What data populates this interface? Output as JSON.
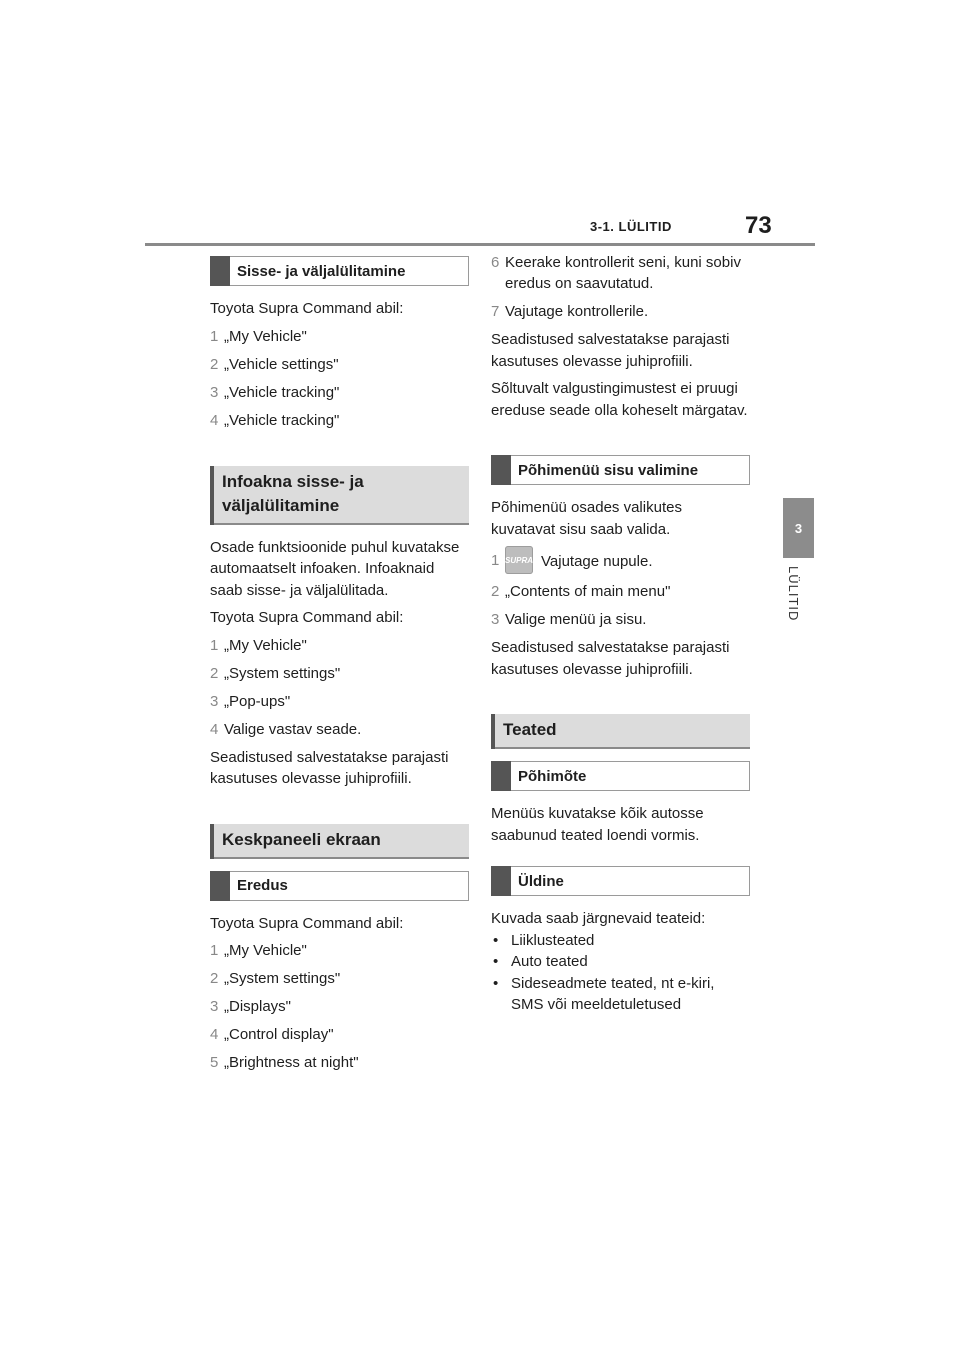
{
  "header": {
    "section": "3-1. LÜLITID",
    "page": "73"
  },
  "side": {
    "tab_number": "3",
    "tab_label": "LÜLITID"
  },
  "left": {
    "s1_title": "Sisse- ja väljalülitamine",
    "s1_intro": "Toyota Supra Command abil:",
    "s1_steps": [
      "„My Vehicle\"",
      "„Vehicle settings\"",
      "„Vehicle tracking\"",
      "„Vehicle tracking\""
    ],
    "s2_title_a": "Infoakna sisse- ja",
    "s2_title_b": "väljalülitamine",
    "s2_p1": "Osade funktsioonide puhul kuvatakse automaatselt infoaken. Infoaknaid saab sisse- ja väljalülitada.",
    "s2_intro": "Toyota Supra Command abil:",
    "s2_steps": [
      "„My Vehicle\"",
      "„System settings\"",
      "„Pop-ups\"",
      "Valige vastav seade."
    ],
    "s2_p2": "Seadistused salvestatakse parajasti kasutuses olevasse juhiprofiili.",
    "s3_title": "Keskpaneeli ekraan",
    "s4_title": "Eredus",
    "s4_intro": "Toyota Supra Command abil:",
    "s4_steps": [
      "„My Vehicle\"",
      "„System settings\"",
      "„Displays\"",
      "„Control display\"",
      "„Brightness at night\""
    ]
  },
  "right": {
    "step6": "Keerake kontrollerit seni, kuni sobiv eredus on saavutatud.",
    "step7": "Vajutage kontrollerile.",
    "p1": "Seadistused salvestatakse parajasti kasutuses olevasse juhiprofiili.",
    "p2": "Sõltuvalt valgustingimustest ei pruugi ereduse seade olla koheselt märgatav.",
    "s5_title": "Põhimenüü sisu valimine",
    "s5_p1": "Põhimenüü osades valikutes kuvatavat sisu saab valida.",
    "s5_icon_text": "SUPRA",
    "s5_step1": "Vajutage nupule.",
    "s5_step2": "„Contents of main menu\"",
    "s5_step3": "Valige menüü ja sisu.",
    "s5_p2": "Seadistused salvestatakse parajasti kasutuses olevasse juhiprofiili.",
    "s6_title": "Teated",
    "s7_title": "Põhimõte",
    "s7_p": "Menüüs kuvatakse kõik autosse saabunud teated loendi vormis.",
    "s8_title": "Üldine",
    "s8_p": "Kuvada saab järgnevaid teateid:",
    "s8_bullets": [
      "Liiklusteated",
      "Auto teated",
      "Sideseadmete teated, nt e-kiri, SMS või meeldetuletused"
    ]
  }
}
